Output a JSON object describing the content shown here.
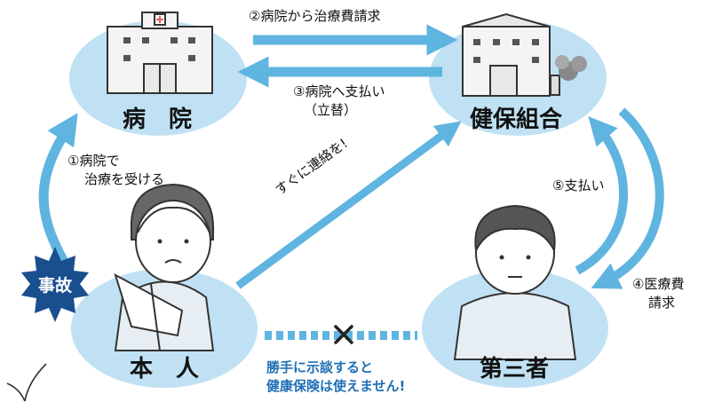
{
  "colors": {
    "ellipse": "#bfe1f3",
    "arrow": "#5fb4e0",
    "warning_text": "#1f6fb5",
    "accident_badge": "#1a4f8e"
  },
  "nodes": {
    "hospital": "病　院",
    "insurer": "健保組合",
    "self": "本　人",
    "third_party": "第三者"
  },
  "steps": {
    "s1_line1": "①病院で",
    "s1_line2": "治療を受ける",
    "s2": "②病院から治療費請求",
    "s3_line1": "③病院へ支払い",
    "s3_line2": "（立替）",
    "s4_line1": "④医療費",
    "s4_line2": "請求",
    "s5": "⑤支払い",
    "contact": "すぐに連絡を!"
  },
  "accident": "事故",
  "warning": {
    "line1": "勝手に示談すると",
    "line2": "健康保険は使えません!"
  },
  "icons": {
    "hospital": "hospital-building-icon",
    "insurer": "office-building-icon",
    "self": "injured-person-icon",
    "third_party": "worried-person-icon",
    "cross": "cross-mark-icon"
  }
}
